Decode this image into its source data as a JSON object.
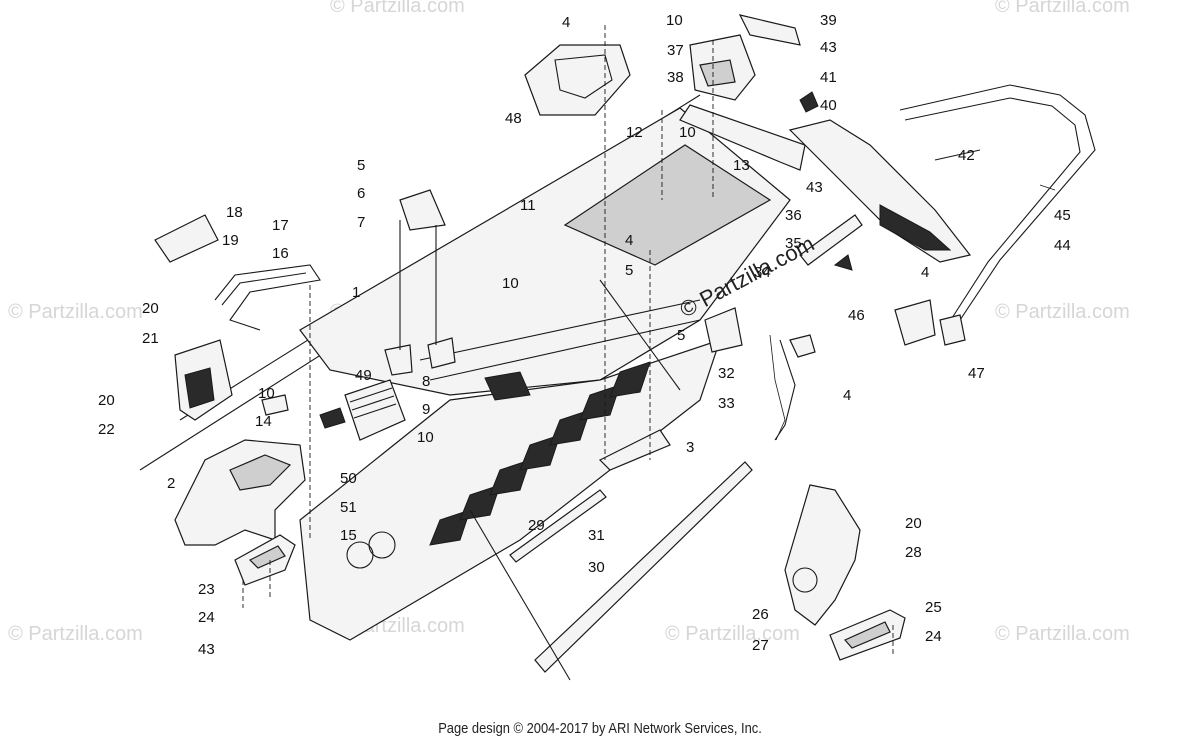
{
  "watermarks": {
    "text": "© Partzilla.com",
    "center_text": "© Partzilla.com"
  },
  "callouts": [
    "1",
    "2",
    "3",
    "4",
    "5",
    "6",
    "7",
    "8",
    "9",
    "10",
    "11",
    "12",
    "13",
    "14",
    "15",
    "16",
    "17",
    "18",
    "19",
    "20",
    "21",
    "22",
    "23",
    "24",
    "25",
    "26",
    "27",
    "28",
    "29",
    "30",
    "31",
    "32",
    "33",
    "34",
    "35",
    "36",
    "37",
    "38",
    "39",
    "40",
    "41",
    "42",
    "43",
    "44",
    "45",
    "46",
    "47",
    "48",
    "49",
    "50",
    "51"
  ],
  "footer": "Page design © 2004-2017 by ARI Network Services, Inc."
}
